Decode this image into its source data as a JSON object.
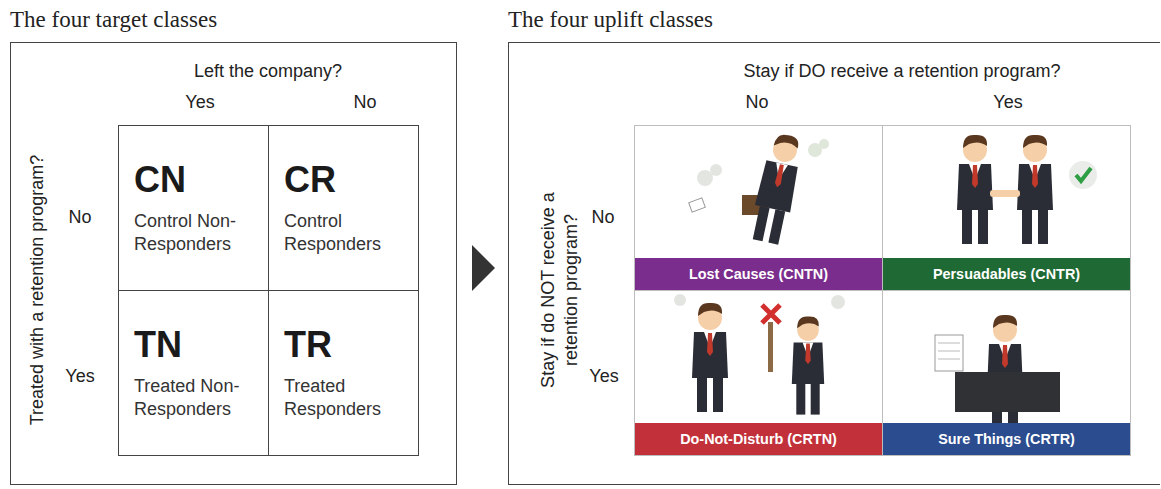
{
  "diagram": {
    "nodes": [
      {
        "text": [
          "The four target classes"
        ]
      },
      {
        "text": [
          "CN",
          "Control Non-Responders"
        ],
        "in": 0
      },
      {
        "text": [
          "CR",
          "Control Responders"
        ],
        "in": 0
      },
      {
        "text": [
          "TN",
          "Treated Non-Responders"
        ],
        "in": 0
      },
      {
        "text": [
          "TR",
          "Treated Responders"
        ],
        "in": 0
      },
      {
        "text": [
          "The four uplift classes"
        ]
      },
      {
        "text": [
          "Lost Causes (CNTN)"
        ],
        "in": 5
      },
      {
        "text": [
          "Persuadables (CNTR)"
        ],
        "in": 5
      },
      {
        "text": [
          "Do-Not-Disturb (CRTN)"
        ],
        "in": 5
      },
      {
        "text": [
          "Sure Things (CRTR)"
        ],
        "in": 5
      }
    ],
    "labels": [
      "Left the company?",
      "Yes",
      "No",
      "Treated with a retention program?",
      "No",
      "Yes",
      "Stay if DO receive a retention program?",
      "No",
      "Yes",
      "Stay if do NOT receive a retention program?",
      "No",
      "Yes"
    ]
  }
}
